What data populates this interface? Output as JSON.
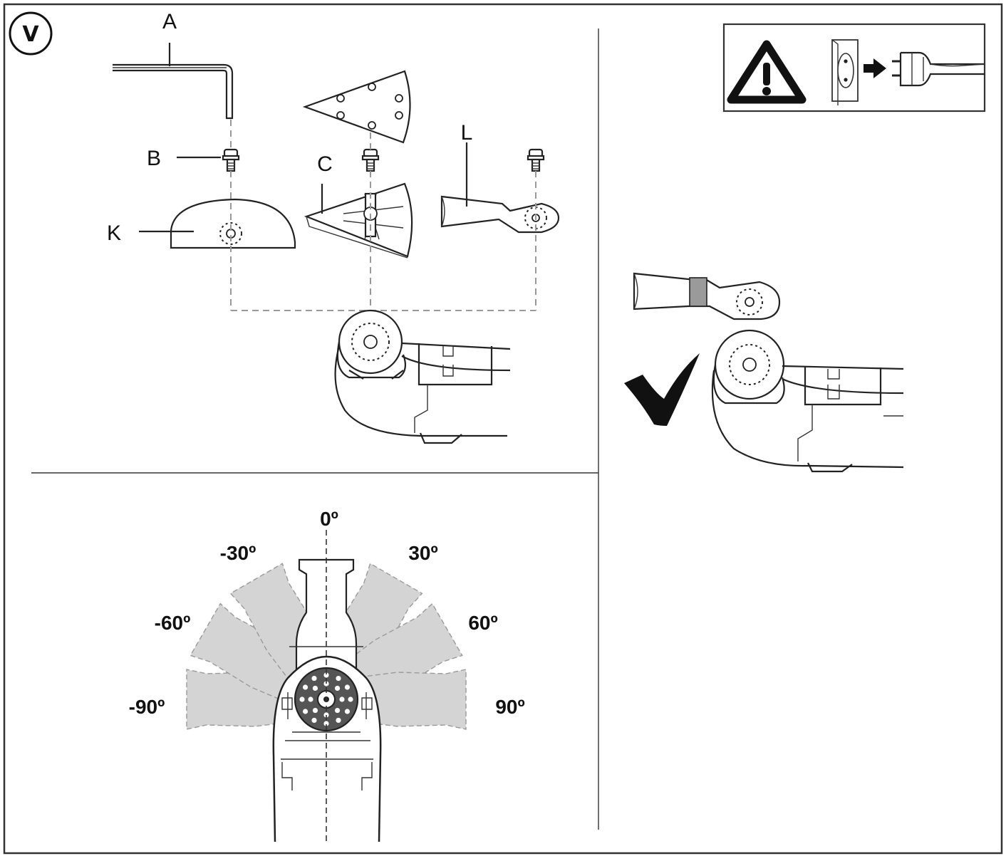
{
  "figure": {
    "badge": "V",
    "part_labels": {
      "A": "A",
      "B": "B",
      "C": "C",
      "K": "K",
      "L": "L"
    },
    "angle_labels": [
      "-90º",
      "-60º",
      "-30º",
      "0º",
      "30º",
      "60º",
      "90º"
    ],
    "angles": [
      -90,
      -60,
      -30,
      0,
      30,
      60,
      90
    ],
    "icons": {
      "warning": "warning-triangle-icon",
      "unplug": "unplug-from-socket-icon",
      "check": "checkmark-icon"
    },
    "colors": {
      "line": "#222222",
      "guide_dash": "#999999",
      "ghost_fill": "#d4d4d4",
      "highlight": "#9a9a9a",
      "pad_dark": "#555555"
    }
  }
}
